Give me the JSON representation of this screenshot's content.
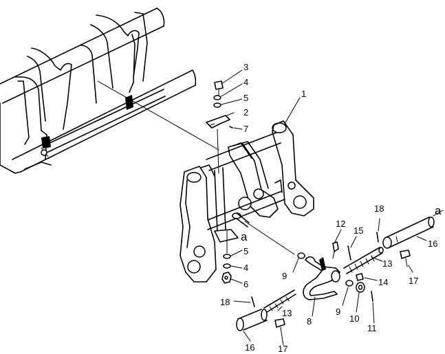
{
  "labels": {
    "part_1": "1",
    "part_2": "2",
    "part_3": "3",
    "part_4_upper": "4",
    "part_5_upper": "5",
    "part_7": "7",
    "part_5_lower": "5",
    "part_4_lower": "4",
    "part_6": "6",
    "ref_a_left": "a",
    "ref_a_right": "a",
    "part_8": "8",
    "part_9_left": "9",
    "part_9_right": "9",
    "part_10": "10",
    "part_11": "11",
    "part_12": "12",
    "part_13_right": "13",
    "part_13_left": "13",
    "part_14": "14",
    "part_15": "15",
    "part_16_right": "16",
    "part_16_left": "16",
    "part_17_right": "17",
    "part_17_left": "17",
    "part_18_right": "18",
    "part_18_left": "18"
  }
}
